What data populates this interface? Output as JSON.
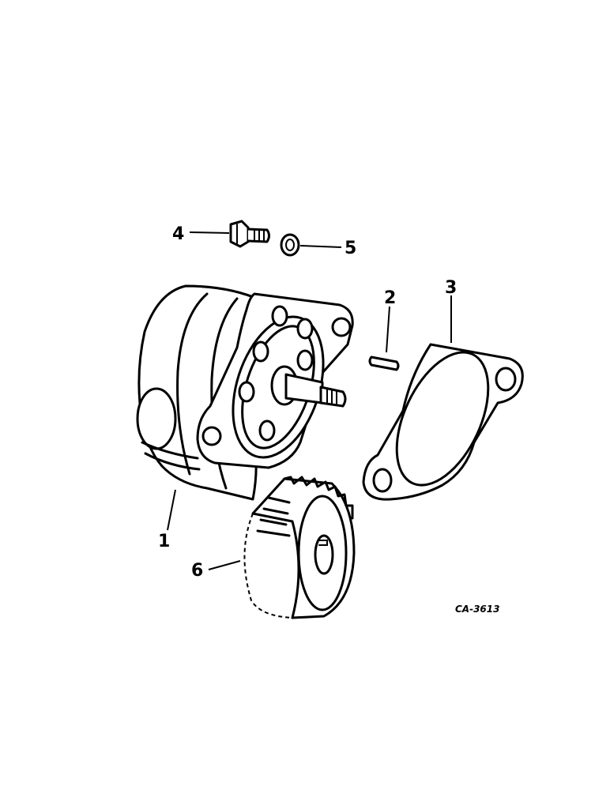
{
  "callouts": [
    {
      "id": "1",
      "part": "pump-body"
    },
    {
      "id": "2",
      "part": "pin"
    },
    {
      "id": "3",
      "part": "gasket"
    },
    {
      "id": "4",
      "part": "bolt"
    },
    {
      "id": "5",
      "part": "washer"
    },
    {
      "id": "6",
      "part": "gear"
    }
  ],
  "drawing_code": "CA-3613"
}
